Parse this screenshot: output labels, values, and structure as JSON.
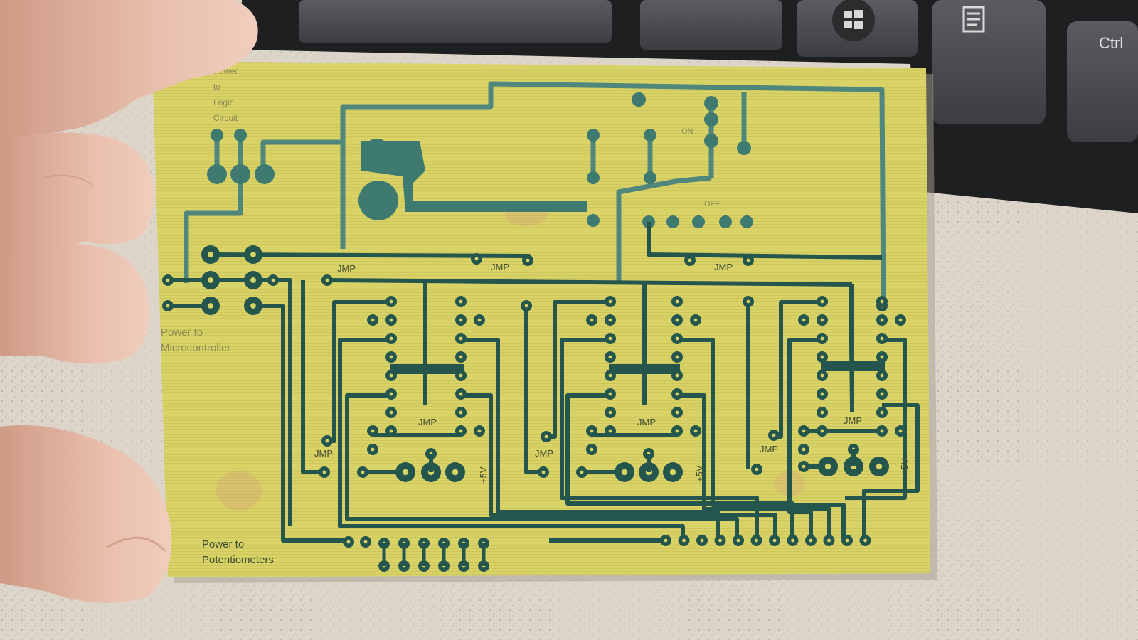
{
  "keyboard": {
    "ctrl_key_label": "Ctrl",
    "windows_key_icon": "windows-logo-icon",
    "menu_key_icon": "context-menu-icon"
  },
  "board": {
    "labels": {
      "power_logic_line1": "Power",
      "power_logic_line2": "to",
      "power_logic_line3": "Logic",
      "power_logic_line4": "Circuit",
      "power_micro_line1": "Power to",
      "power_micro_line2": "Microcontroller",
      "power_pots_line1": "Power to",
      "power_pots_line2": "Potentiometers",
      "switch_on": "ON",
      "switch_off": "OFF",
      "jmp": "JMP",
      "plus5v": "+5V"
    }
  },
  "colors": {
    "board_substrate": "#d9d266",
    "copper_trace": "#25584f",
    "countertop": "#dcd4c8",
    "keyboard": "#2a2a2c",
    "skin": "#e6b8a4"
  }
}
